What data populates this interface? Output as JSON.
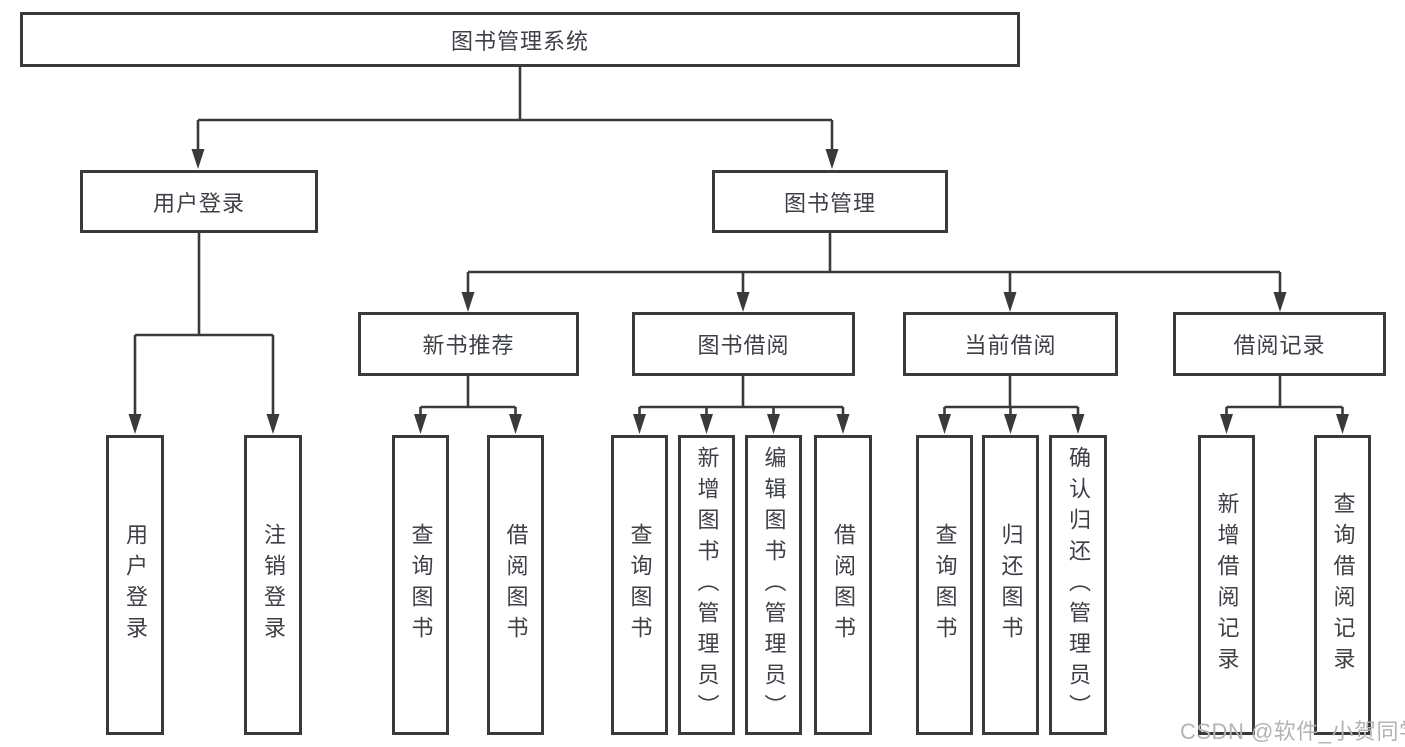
{
  "diagram_title": "图书管理系统",
  "nodes": {
    "root": "图书管理系统",
    "user_login": "用户登录",
    "book_mgmt": "图书管理",
    "new_book_rec": "新书推荐",
    "book_borrowing": "图书借阅",
    "current_borrowing": "当前借阅",
    "borrow_records": "借阅记录",
    "leaf_user_login": "用户登录",
    "leaf_logout": "注销登录",
    "leaf_rec_query_books": "查询图书",
    "leaf_rec_borrow_books": "借阅图书",
    "leaf_bb_query_books": "查询图书",
    "leaf_bb_add_books": "新增图书（管理员）",
    "leaf_bb_edit_books": "编辑图书（管理员）",
    "leaf_bb_borrow_books": "借阅图书",
    "leaf_cb_query_books": "查询图书",
    "leaf_cb_return_books": "归还图书",
    "leaf_cb_confirm_return": "确认归还（管理员）",
    "leaf_br_add_record": "新增借阅记录",
    "leaf_br_query_record": "查询借阅记录"
  },
  "hierarchy": {
    "图书管理系统": {
      "用户登录": [
        "用户登录",
        "注销登录"
      ],
      "图书管理": {
        "新书推荐": [
          "查询图书",
          "借阅图书"
        ],
        "图书借阅": [
          "查询图书",
          "新增图书（管理员）",
          "编辑图书（管理员）",
          "借阅图书"
        ],
        "当前借阅": [
          "查询图书",
          "归还图书",
          "确认归还（管理员）"
        ],
        "借阅记录": [
          "新增借阅记录",
          "查询借阅记录"
        ]
      }
    }
  },
  "watermark": "CSDN @软件_小贺同学",
  "colors": {
    "line": "#3a3a3a",
    "text": "#3d4046",
    "watermark": "#b3b3b3",
    "background": "#ffffff"
  }
}
